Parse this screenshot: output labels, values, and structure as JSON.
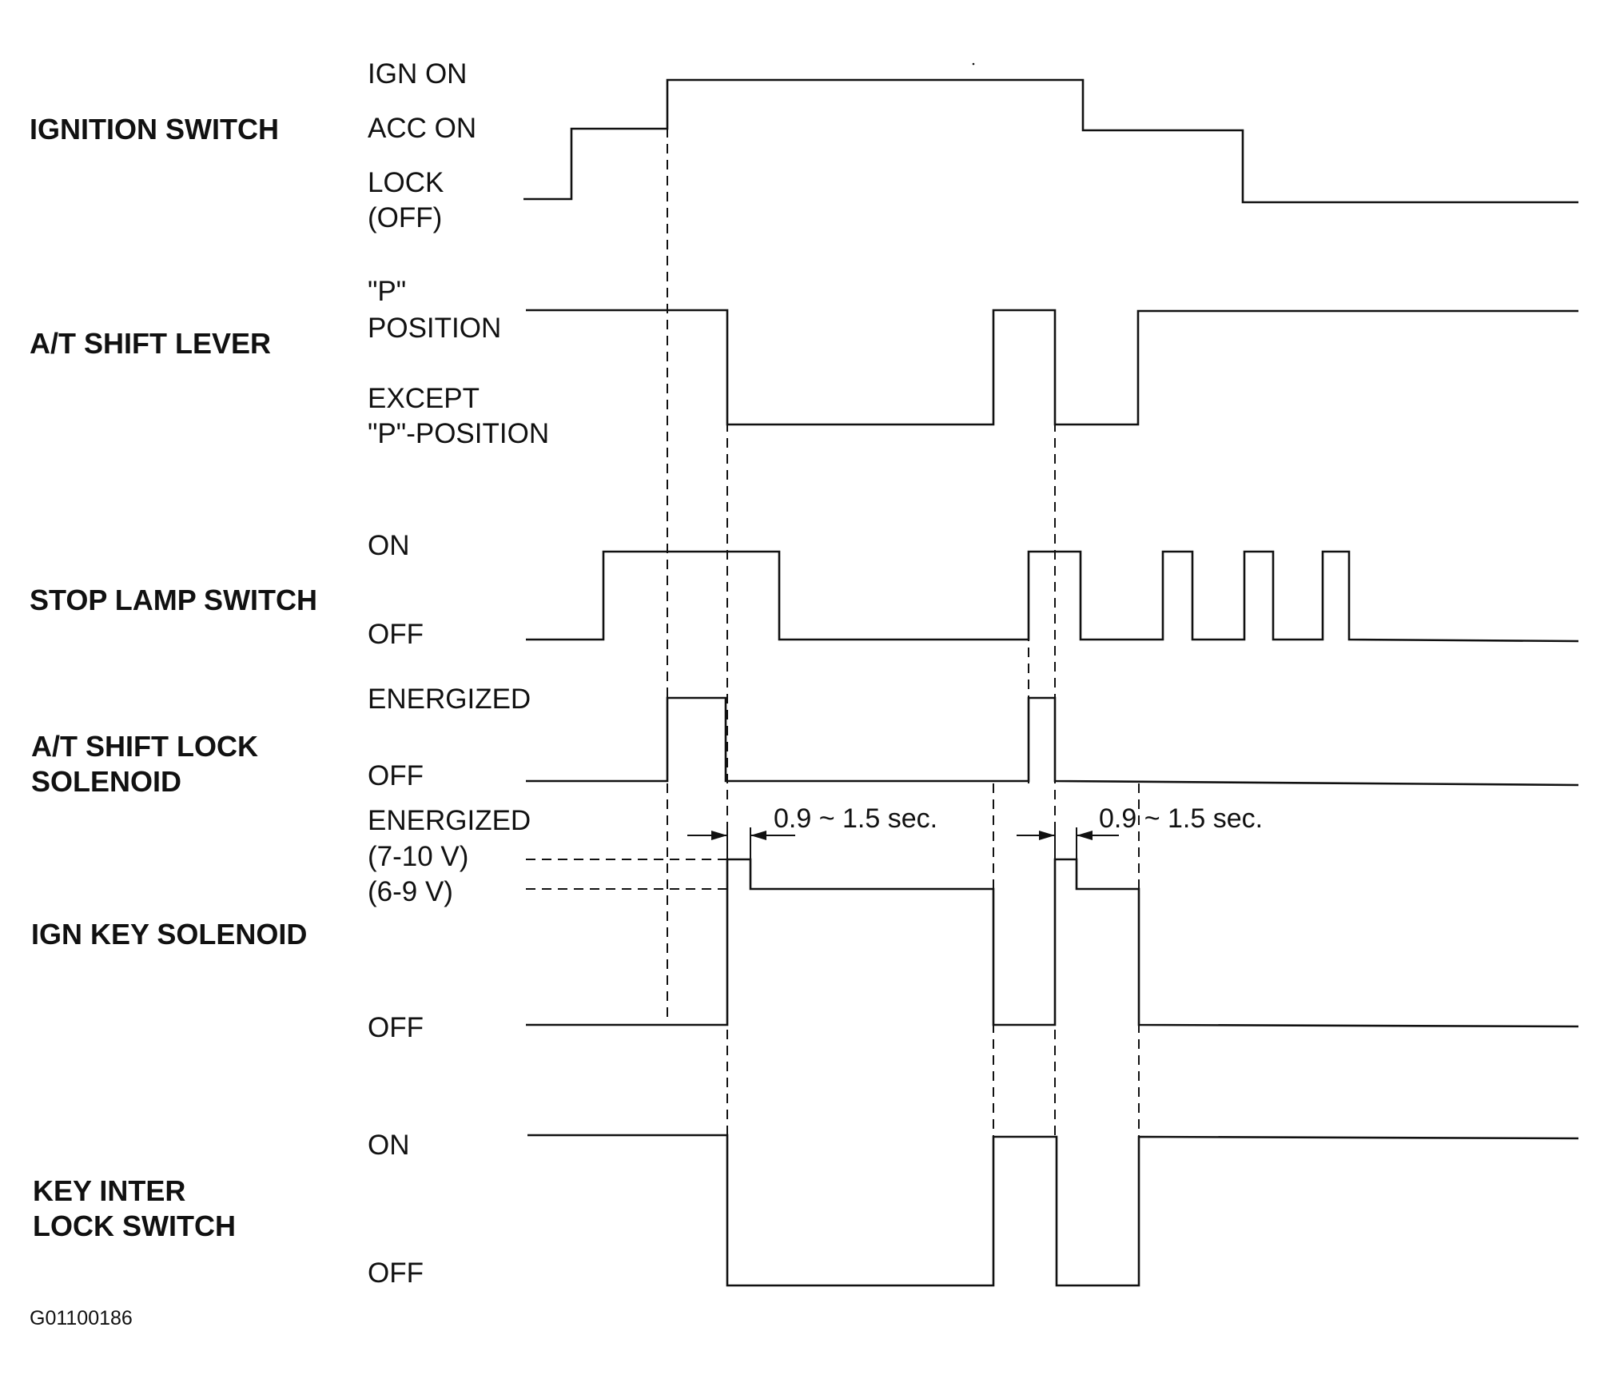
{
  "figure_code": "G01100186",
  "signals": [
    {
      "id": "ignition-switch",
      "name": [
        "IGNITION SWITCH"
      ],
      "levels": [
        {
          "text": [
            "IGN ON"
          ]
        },
        {
          "text": [
            "ACC ON"
          ]
        },
        {
          "text": [
            "LOCK",
            "(OFF)"
          ]
        }
      ]
    },
    {
      "id": "at-shift-lever",
      "name": [
        "A/T SHIFT LEVER"
      ],
      "levels": [
        {
          "text": [
            "\"P\"",
            "POSITION"
          ]
        },
        {
          "text": [
            "EXCEPT",
            "\"P\"-POSITION"
          ]
        }
      ]
    },
    {
      "id": "stop-lamp-switch",
      "name": [
        "STOP LAMP SWITCH"
      ],
      "levels": [
        {
          "text": [
            "ON"
          ]
        },
        {
          "text": [
            "OFF"
          ]
        }
      ]
    },
    {
      "id": "at-shift-lock-solenoid",
      "name": [
        "A/T SHIFT LOCK",
        "SOLENOID"
      ],
      "levels": [
        {
          "text": [
            "ENERGIZED"
          ]
        },
        {
          "text": [
            "OFF"
          ]
        }
      ]
    },
    {
      "id": "ign-key-solenoid",
      "name": [
        "IGN KEY SOLENOID"
      ],
      "levels": [
        {
          "text": [
            "ENERGIZED",
            "(7-10 V)",
            "(6-9 V)"
          ]
        },
        {
          "text": [
            "OFF"
          ]
        }
      ]
    },
    {
      "id": "key-interlock-switch",
      "name": [
        "KEY INTER",
        "LOCK SWITCH"
      ],
      "levels": [
        {
          "text": [
            "ON"
          ]
        },
        {
          "text": [
            "OFF"
          ]
        }
      ]
    }
  ],
  "annotations": [
    {
      "id": "delay-1",
      "text": "0.9 ~ 1.5 sec."
    },
    {
      "id": "delay-2",
      "text": "0.9 ~ 1.5 sec."
    }
  ]
}
